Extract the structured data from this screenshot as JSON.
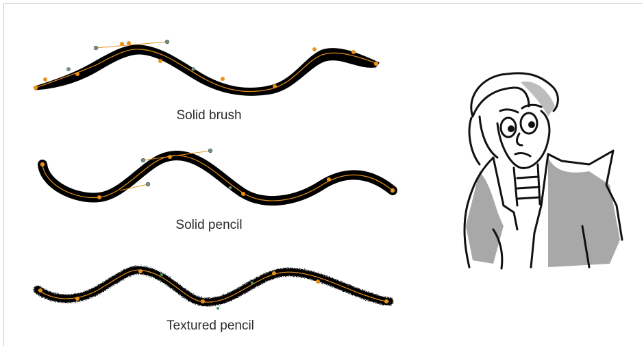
{
  "labels": {
    "solid_brush": "Solid brush",
    "solid_pencil": "Solid pencil",
    "textured_pencil": "Textured pencil"
  },
  "colors": {
    "stroke": "#000000",
    "centerline": "#e8921a",
    "point": "#e8921a",
    "handle": "#6a9a8a",
    "border": "#c8c8c8",
    "shade": "#a8a8a8"
  },
  "illustration": {
    "icon": "cartoon-character-drawing-icon"
  }
}
